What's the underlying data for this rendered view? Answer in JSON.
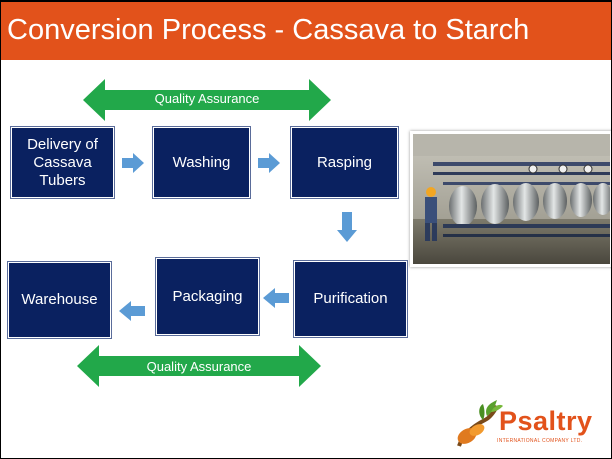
{
  "slide": {
    "title": "Conversion Process - Cassava to Starch"
  },
  "colors": {
    "title_bar": "#e2521b",
    "box_fill": "#0a2160",
    "qa_arrow": "#22a84a",
    "flow_arrow": "#5b9bd5",
    "logo": "#e2521b"
  },
  "quality_top": {
    "label": "Quality Assurance"
  },
  "quality_bottom": {
    "label": "Quality Assurance"
  },
  "steps": {
    "delivery": {
      "line1": "Delivery of",
      "line2": "Cassava",
      "line3": "Tubers"
    },
    "washing": "Washing",
    "rasping": "Rasping",
    "purification": "Purification",
    "packaging": "Packaging",
    "warehouse": "Warehouse"
  },
  "photo": {
    "description_icon": "factory-machinery-photo"
  },
  "logo": {
    "name": "Psaltry",
    "subtitle": "INTERNATIONAL COMPANY LTD.",
    "icon": "cassava-plant-logo-icon"
  }
}
